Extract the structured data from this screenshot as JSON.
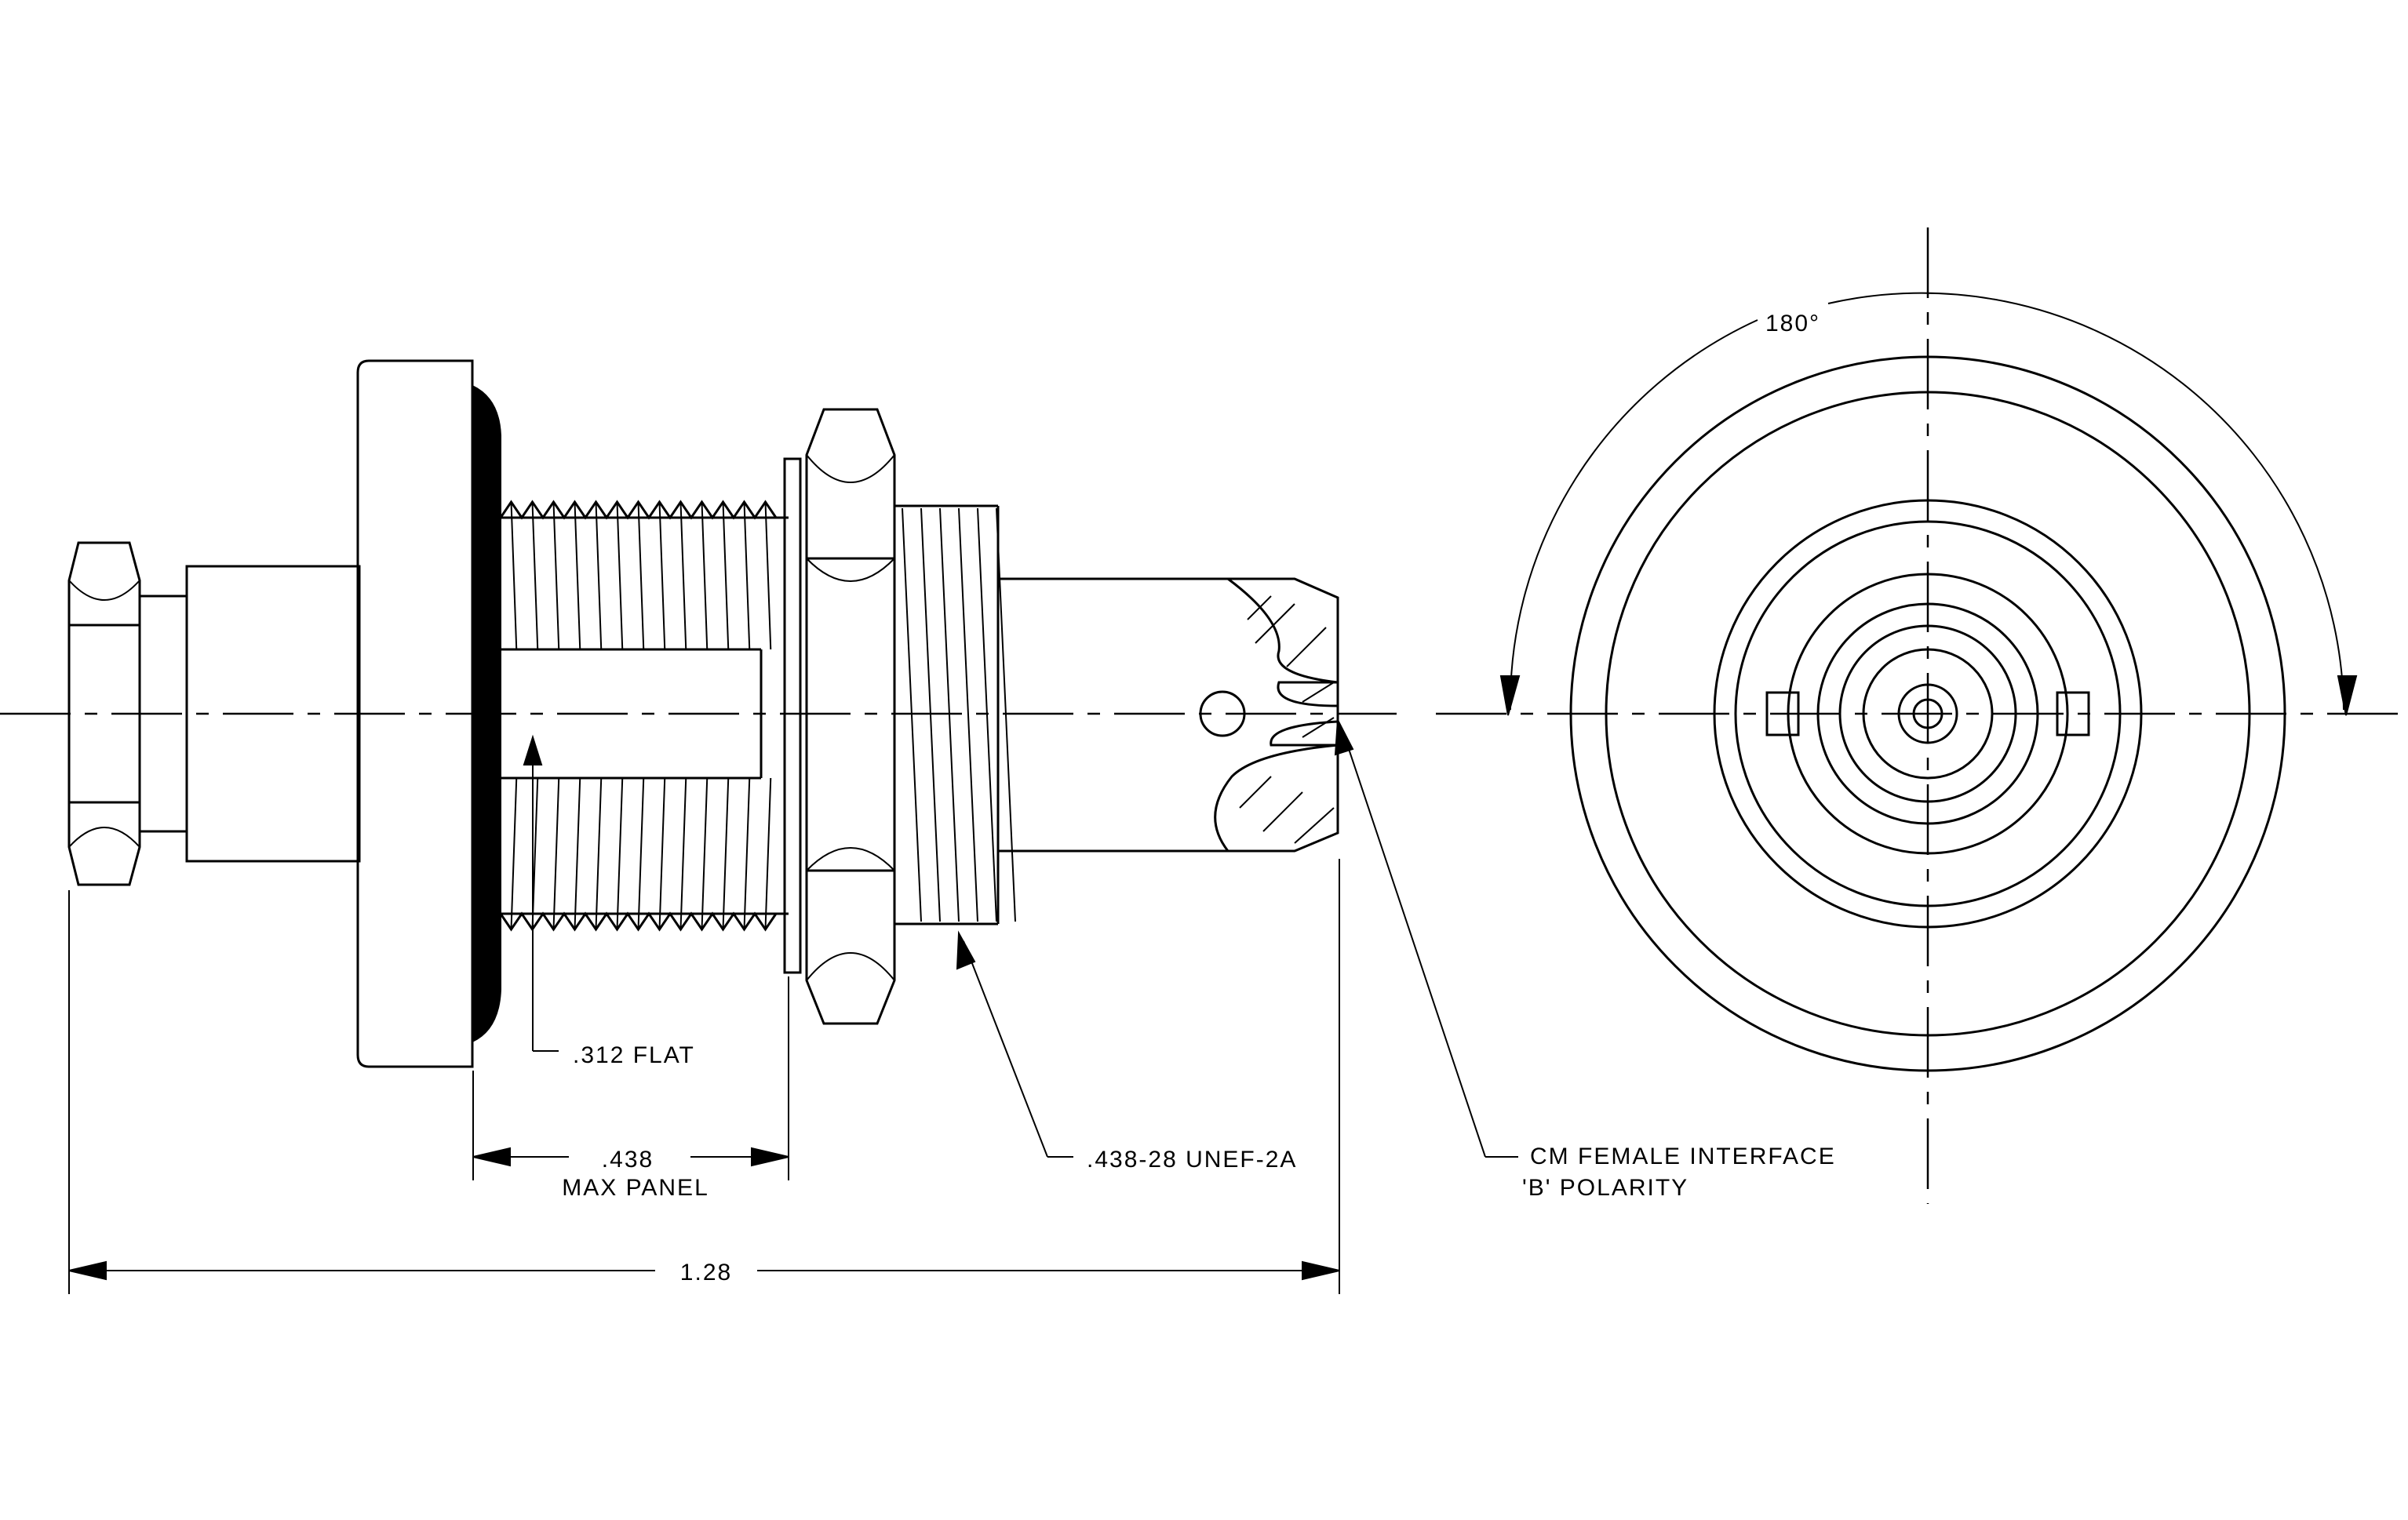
{
  "colors": {
    "ink": "#000000",
    "paper": "#ffffff"
  },
  "angle_label": "180°",
  "callouts": {
    "flat": ".312 FLAT",
    "thread": ".438-28 UNEF-2A",
    "interface_line1": "CM FEMALE INTERFACE",
    "interface_line2": "'B' POLARITY"
  },
  "dimensions": {
    "panel_value": ".438",
    "panel_label": "MAX PANEL",
    "overall": "1.28"
  }
}
